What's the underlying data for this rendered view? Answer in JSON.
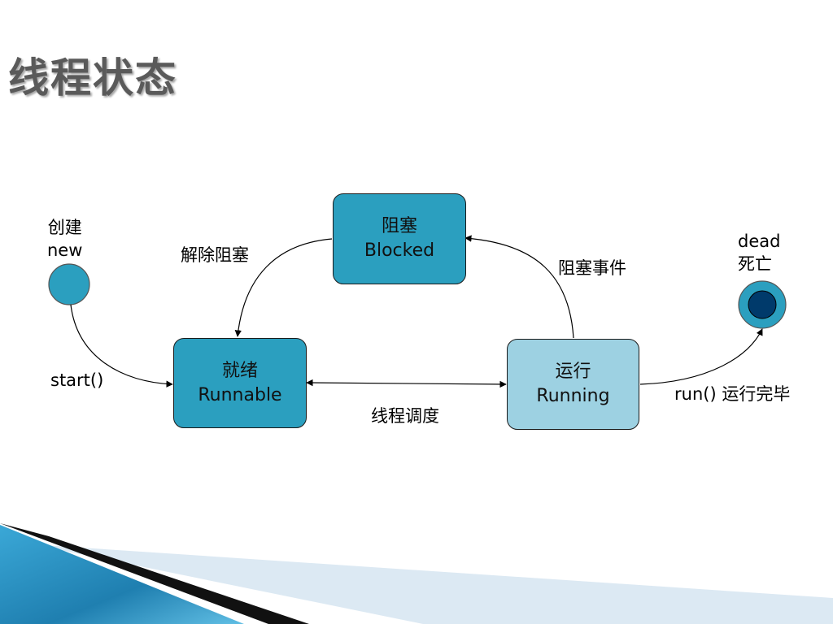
{
  "title": "线程状态",
  "states": {
    "new": {
      "line1": "创建",
      "line2": "new"
    },
    "dead": {
      "line1": "dead",
      "line2": "死亡"
    },
    "blocked": {
      "line1": "阻塞",
      "line2": "Blocked"
    },
    "runnable": {
      "line1": "就绪",
      "line2": "Runnable"
    },
    "running": {
      "line1": "运行",
      "line2": "Running"
    }
  },
  "transitions": {
    "start": "start()",
    "unblock": "解除阻塞",
    "block_event": "阻塞事件",
    "schedule": "线程调度",
    "run_done": "run() 运行完毕"
  },
  "colors": {
    "state_dark": "#2b9fbf",
    "state_light": "#9dd1e2",
    "dead_inner": "#003a6b",
    "title": "#5a5a5a"
  }
}
